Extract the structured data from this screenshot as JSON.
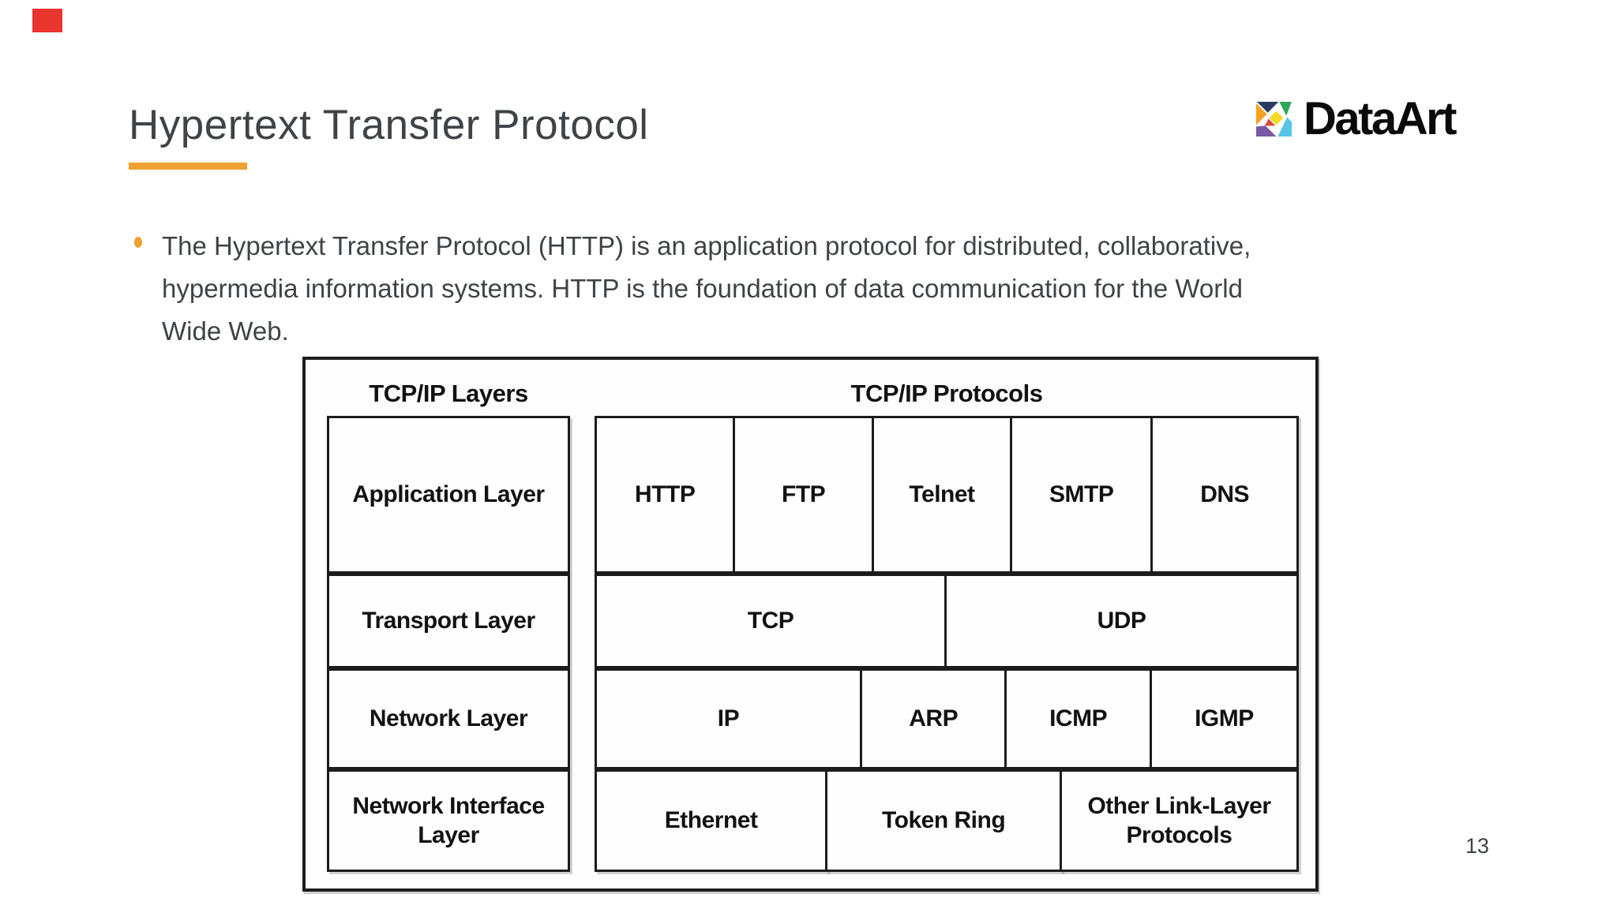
{
  "colors": {
    "accent_orange": "#EFA231",
    "title_text": "#3E4347",
    "body_text": "#3E4347",
    "diagram_border": "#1E1E1E",
    "red_marker": "#E8352E",
    "logo_navy": "#2B3A64",
    "logo_green": "#2FA757",
    "logo_orange": "#F6A11F",
    "logo_yellow": "#F7D921",
    "logo_red": "#E04A3A",
    "logo_purple": "#7A58A5",
    "logo_cyan": "#56C5E8"
  },
  "slide": {
    "title": "Hypertext Transfer Protocol",
    "logo_text": "DataArt",
    "page_number": "13",
    "bullet_lines": [
      "The Hypertext Transfer Protocol (HTTP) is an application protocol for distributed, collaborative,",
      "hypermedia information systems. HTTP is the foundation of data communication for the World",
      "Wide Web."
    ]
  },
  "diagram": {
    "headers": {
      "layers": "TCP/IP Layers",
      "protocols": "TCP/IP Protocols"
    },
    "rows": [
      {
        "layer": "Application Layer",
        "protocols": [
          {
            "label": "HTTP"
          },
          {
            "label": "FTP"
          },
          {
            "label": "Telnet"
          },
          {
            "label": "SMTP"
          },
          {
            "label": "DNS"
          }
        ]
      },
      {
        "layer": "Transport Layer",
        "protocols": [
          {
            "label": "TCP"
          },
          {
            "label": "UDP"
          }
        ]
      },
      {
        "layer": "Network Layer",
        "protocols": [
          {
            "label": "IP"
          },
          {
            "label": "ARP"
          },
          {
            "label": "ICMP"
          },
          {
            "label": "IGMP"
          }
        ]
      },
      {
        "layer": "Network Interface Layer",
        "protocols": [
          {
            "label": "Ethernet"
          },
          {
            "label": "Token Ring"
          },
          {
            "label": "Other Link-Layer Protocols"
          }
        ]
      }
    ]
  }
}
